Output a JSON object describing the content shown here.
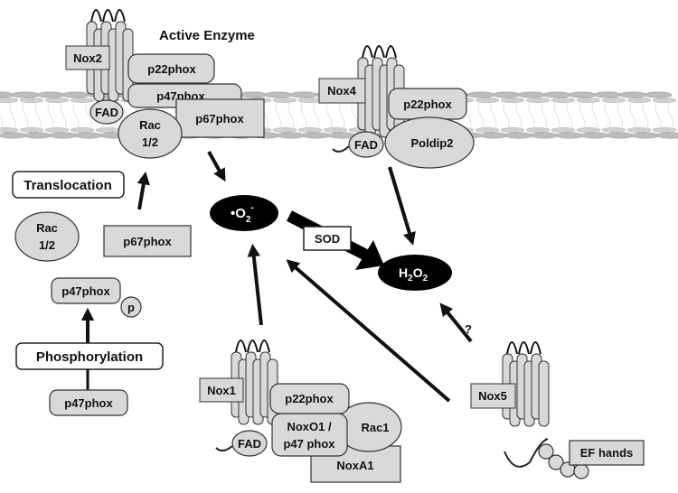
{
  "title": "Active Enzyme",
  "nox2": {
    "name": "Nox2",
    "p22": "p22phox",
    "p47": "p47phox",
    "fad": "FAD",
    "rac": [
      "Rac",
      "1/2"
    ],
    "p67": "p67phox"
  },
  "nox4": {
    "name": "Nox4",
    "p22": "p22phox",
    "fad": "FAD",
    "poldip": "Poldip2"
  },
  "nox1": {
    "name": "Nox1",
    "p22": "p22phox",
    "fad": "FAD",
    "noxo1": [
      "NoxO1 /",
      "p47 phox"
    ],
    "rac1": "Rac1",
    "noxa1": "NoxA1"
  },
  "nox5": {
    "name": "Nox5",
    "ef": "EF hands"
  },
  "left": {
    "translocation": "Translocation",
    "rac": [
      "Rac",
      "1/2"
    ],
    "p67": "p67phox",
    "p47_top": "p47phox",
    "p": "p",
    "phosphorylation": "Phosphorylation",
    "p47_bottom": "p47phox"
  },
  "superoxide": {
    "dot": "•O",
    "sub": "2",
    "sup": "-"
  },
  "h2o2": {
    "h": "H",
    "sub1": "2",
    "o": "O",
    "sub2": "2"
  },
  "sod": "SOD",
  "question": "?",
  "colors": {
    "fill": "#d9d9d9",
    "stroke": "#333333",
    "membrane": "#b8b8b8",
    "black": "#000000"
  }
}
